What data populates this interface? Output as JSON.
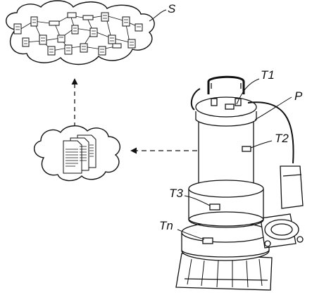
{
  "labels": {
    "cloud_server": "S",
    "pump": "P",
    "tag_1": "T1",
    "tag_2": "T2",
    "tag_3": "T3",
    "tag_n": "Tn"
  },
  "icons": {
    "server_cloud": "server-cloud-icon",
    "document_cloud": "document-cloud-icon",
    "pump": "submersible-pump-icon"
  },
  "colors": {
    "line": "#111111",
    "background": "#ffffff"
  }
}
